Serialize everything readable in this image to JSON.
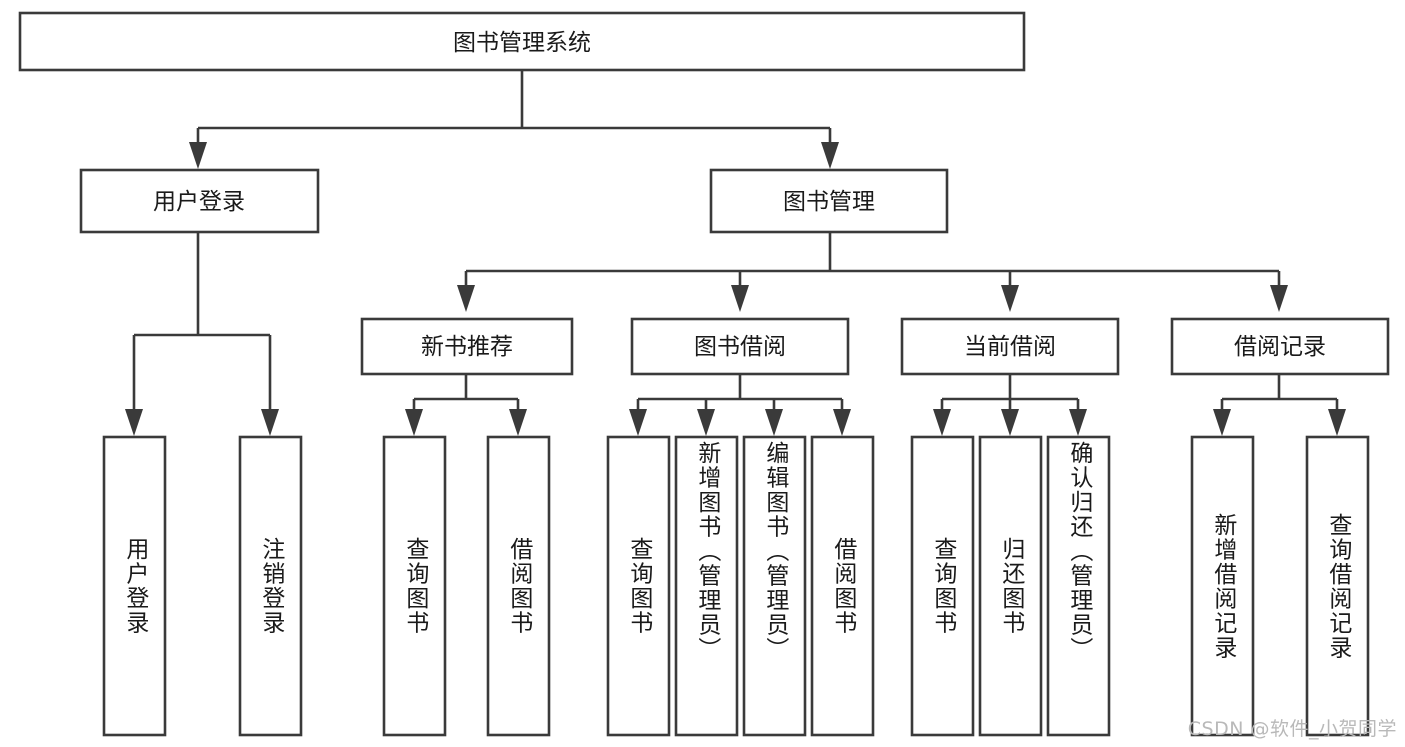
{
  "diagram": {
    "type": "hierarchy-tree",
    "title": "图书管理系统",
    "watermark": "CSDN @软件_小贺同学",
    "accent_stroke": "#3a3a3a",
    "box_fill": "#ffffff",
    "text_color": "#1a1a1a",
    "watermark_color": "#b9b9b9",
    "levels": {
      "root_label": "图书管理系统",
      "level1": [
        {
          "label": "用户登录"
        },
        {
          "label": "图书管理"
        }
      ],
      "level2": [
        {
          "label": "新书推荐"
        },
        {
          "label": "图书借阅"
        },
        {
          "label": "当前借阅"
        },
        {
          "label": "借阅记录"
        }
      ]
    },
    "nodes": {
      "root": {
        "label": "图书管理系统"
      },
      "user_login": {
        "label": "用户登录"
      },
      "book_manage": {
        "label": "图书管理"
      },
      "new_book_rec": {
        "label": "新书推荐"
      },
      "book_borrow": {
        "label": "图书借阅"
      },
      "current_borrow": {
        "label": "当前借阅"
      },
      "borrow_record": {
        "label": "借阅记录"
      },
      "leaf_user_login": {
        "label": "用户登录"
      },
      "leaf_logout": {
        "label": "注销登录"
      },
      "leaf_query_book_a": {
        "label": "查询图书"
      },
      "leaf_borrow_book_a": {
        "label": "借阅图书"
      },
      "leaf_query_book_b": {
        "label": "查询图书"
      },
      "leaf_add_book": {
        "label": "新增图书（管理员）"
      },
      "leaf_edit_book": {
        "label": "编辑图书（管理员）"
      },
      "leaf_borrow_book_b": {
        "label": "借阅图书"
      },
      "leaf_query_book_c": {
        "label": "查询图书"
      },
      "leaf_return_book": {
        "label": "归还图书"
      },
      "leaf_confirm_return": {
        "label": "确认归还（管理员）"
      },
      "leaf_add_record": {
        "label": "新增借阅记录"
      },
      "leaf_query_record": {
        "label": "查询借阅记录"
      }
    }
  }
}
